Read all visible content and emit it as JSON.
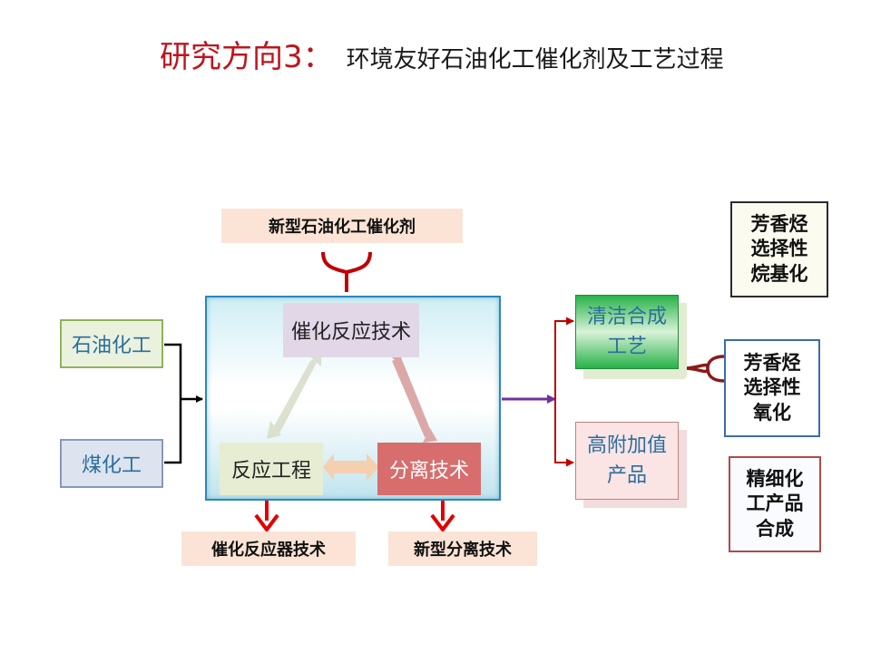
{
  "title": {
    "prefix": "研究方向3：",
    "main": "环境友好石油化工催化剂及工艺过程"
  },
  "top_tag": "新型石油化工催化剂",
  "inputs": {
    "petrochemical": "石油化工",
    "coal_chemical": "煤化工"
  },
  "core": {
    "catalytic_reaction": "催化反应技术",
    "reaction_engineering": "反应工程",
    "separation": "分离技术"
  },
  "bottom_tags": {
    "reactor": "催化反应器技术",
    "new_separation": "新型分离技术"
  },
  "outputs": {
    "clean_synthesis": "清洁合成工艺",
    "high_value": "高附加值产品"
  },
  "side_boxes": {
    "alkylation": [
      "芳香烃",
      "选择性",
      "烷基化"
    ],
    "oxidation": [
      "芳香烃",
      "选择性",
      "氧化"
    ],
    "fine_chem": [
      "精细化",
      "工产品",
      "合成"
    ]
  }
}
